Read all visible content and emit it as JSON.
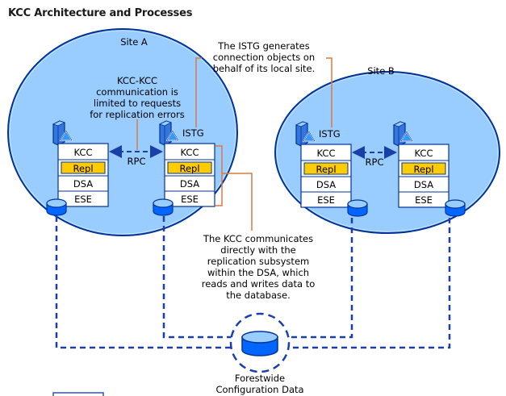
{
  "title": "KCC Architecture and Processes",
  "colors": {
    "site_fill": "#99ccff",
    "site_stroke": "#003399",
    "line_blue": "#1a3fa8",
    "callout_orange": "#d87a45",
    "repl_fill": "#ffcc00",
    "db_top": "#99ccff",
    "db_body": "#0066ff"
  },
  "sites": [
    {
      "name": "Site A"
    },
    {
      "name": "Site B"
    }
  ],
  "servers": [
    {
      "id": "a1",
      "site": "Site A",
      "istg": false,
      "layers": [
        "KCC",
        "Repl",
        "DSA",
        "ESE"
      ]
    },
    {
      "id": "a2",
      "site": "Site A",
      "istg": true,
      "istg_label": "ISTG",
      "layers": [
        "KCC",
        "Repl",
        "DSA",
        "ESE"
      ]
    },
    {
      "id": "b1",
      "site": "Site B",
      "istg": true,
      "istg_label": "ISTG",
      "layers": [
        "KCC",
        "Repl",
        "DSA",
        "ESE"
      ]
    },
    {
      "id": "b2",
      "site": "Site B",
      "istg": false,
      "layers": [
        "KCC",
        "Repl",
        "DSA",
        "ESE"
      ]
    }
  ],
  "connections": [
    {
      "label": "RPC",
      "from": "a1",
      "to": "a2"
    },
    {
      "label": "RPC",
      "from": "b1",
      "to": "b2"
    }
  ],
  "callouts": {
    "kcc_kcc": [
      "KCC-KCC",
      "communication is",
      "limited to requests",
      "for replication errors"
    ],
    "istg": [
      "The ISTG generates",
      "connection objects on",
      "behalf of its local site."
    ],
    "kcc_repl": [
      "The KCC communicates",
      "directly with the",
      "replication subsystem",
      "within the DSA, which",
      "reads and writes data to",
      "the database."
    ]
  },
  "central_store": {
    "label": [
      "Forestwide",
      "Configuration Data"
    ]
  },
  "icons": {
    "server": "server-icon",
    "database": "database-icon"
  }
}
